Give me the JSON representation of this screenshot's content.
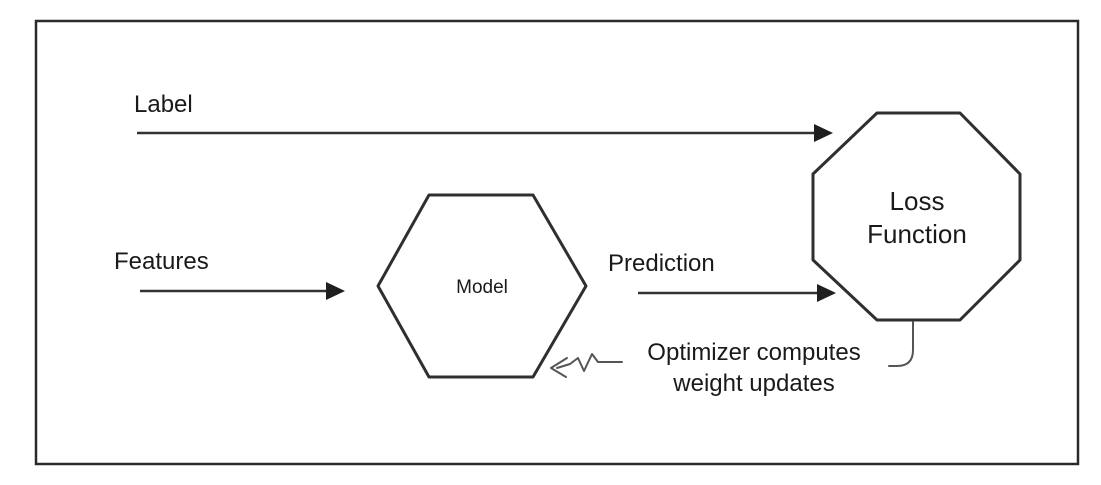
{
  "nodes": {
    "model": {
      "label": "Model"
    },
    "loss_function": {
      "label_lines": [
        "Loss",
        "Function"
      ]
    }
  },
  "edges": {
    "label": {
      "label": "Label"
    },
    "features": {
      "label": "Features"
    },
    "prediction": {
      "label": "Prediction"
    },
    "optimizer": {
      "label_lines": [
        "Optimizer computes",
        "weight updates"
      ]
    }
  },
  "colors": {
    "stroke": "#2f2f2f",
    "text": "#1a1a1a",
    "background": "#ffffff"
  }
}
